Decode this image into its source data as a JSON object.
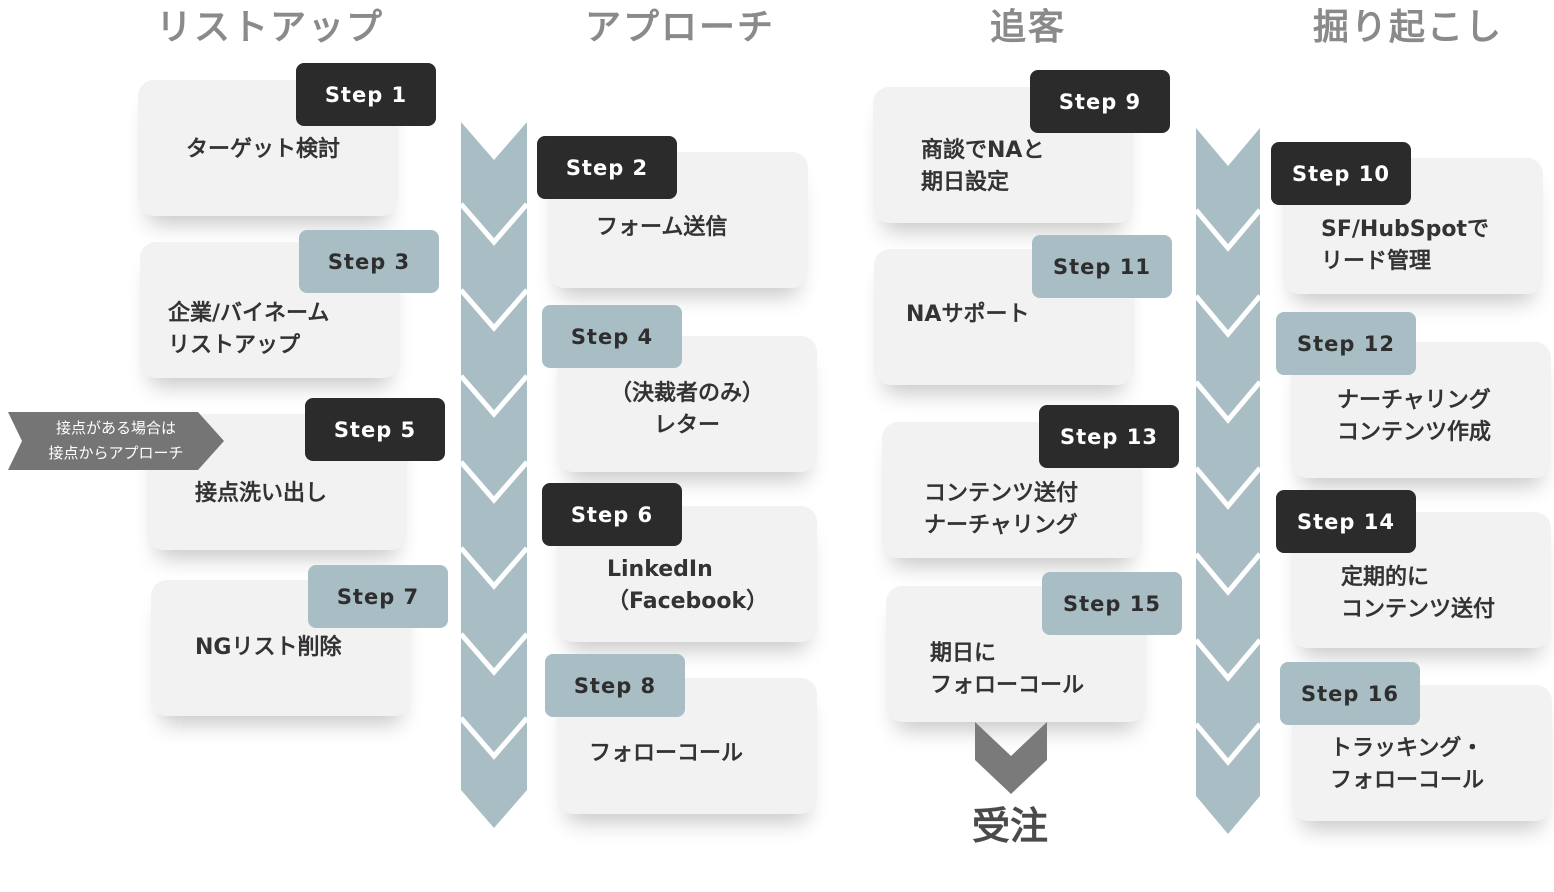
{
  "columns": [
    {
      "title": "リストアップ"
    },
    {
      "title": "アプローチ"
    },
    {
      "title": "追客"
    },
    {
      "title": "掘り起こし"
    }
  ],
  "steps": [
    {
      "label": "Step 1",
      "text": "ターゲット検討",
      "style": "dark"
    },
    {
      "label": "Step 2",
      "text": "フォーム送信",
      "style": "dark"
    },
    {
      "label": "Step 3",
      "text": "企業/バイネーム\nリストアップ",
      "style": "light"
    },
    {
      "label": "Step 4",
      "text": "（決裁者のみ）\nレター",
      "style": "light"
    },
    {
      "label": "Step 5",
      "text": "接点洗い出し",
      "style": "dark"
    },
    {
      "label": "Step 6",
      "text": "LinkedIn\n（Facebook）",
      "style": "dark"
    },
    {
      "label": "Step 7",
      "text": "NGリスト削除",
      "style": "light"
    },
    {
      "label": "Step 8",
      "text": "フォローコール",
      "style": "light"
    },
    {
      "label": "Step 9",
      "text": "商談でNAと\n期日設定",
      "style": "dark"
    },
    {
      "label": "Step 10",
      "text": "SF/HubSpotで\nリード管理",
      "style": "dark"
    },
    {
      "label": "Step 11",
      "text": "NAサポート",
      "style": "light"
    },
    {
      "label": "Step 12",
      "text": "ナーチャリング\nコンテンツ作成",
      "style": "light"
    },
    {
      "label": "Step 13",
      "text": "コンテンツ送付\nナーチャリング",
      "style": "dark"
    },
    {
      "label": "Step 14",
      "text": "定期的に\nコンテンツ送付",
      "style": "dark"
    },
    {
      "label": "Step 15",
      "text": "期日に\nフォローコール",
      "style": "light"
    },
    {
      "label": "Step 16",
      "text": "トラッキング・\nフォローコール",
      "style": "light"
    }
  ],
  "note": {
    "text": "接点がある場合は\n接点からアプローチ"
  },
  "result": {
    "text": "受注"
  },
  "colors": {
    "dark_badge": "#2b2b2b",
    "light_badge": "#a8bec4",
    "card": "#f2f2f2",
    "chevron": "#a8bec4",
    "note": "#757575",
    "result_arrow": "#7a7a7a",
    "title": "#8a8a8a"
  }
}
